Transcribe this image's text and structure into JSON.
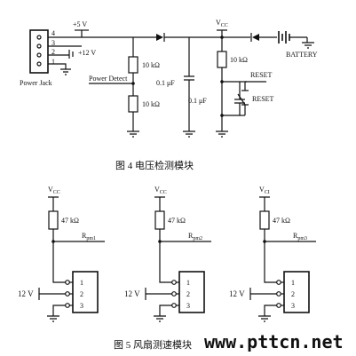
{
  "figure4": {
    "caption": "图 4   电压检测模块",
    "supply": "+5 V",
    "vcc": "V",
    "vcc_sub": "CC",
    "battery": "BATTERY",
    "jack": "Power Jack",
    "jack_pins": [
      "4",
      "3",
      "2",
      "1"
    ],
    "v12": "+12 V",
    "power_detect": "Power Detect",
    "r1": "10 kΩ",
    "r2": "10 kΩ",
    "r3": "10 kΩ",
    "c1": "0.1 μF",
    "c2": "0.1 μF",
    "reset_top": "RESET",
    "reset_sw": "RESET"
  },
  "figure5": {
    "caption": "图 5   风扇测速模块",
    "blocks": [
      {
        "vcc": "V",
        "vcc_sub": "CC",
        "resistor": "47 kΩ",
        "out": "R",
        "out_sub": "pm1",
        "volt": "12 V",
        "pins": [
          "1",
          "2",
          "3"
        ]
      },
      {
        "vcc": "V",
        "vcc_sub": "CC",
        "resistor": "47 kΩ",
        "out": "R",
        "out_sub": "pm2",
        "volt": "12 V",
        "pins": [
          "1",
          "2",
          "3"
        ]
      },
      {
        "vcc": "V",
        "vcc_sub": "CI",
        "resistor": "47 kΩ",
        "out": "R",
        "out_sub": "pm3",
        "volt": "12 V",
        "pins": [
          "1",
          "2",
          "3"
        ]
      }
    ]
  },
  "watermark": "www.pttcn.net"
}
